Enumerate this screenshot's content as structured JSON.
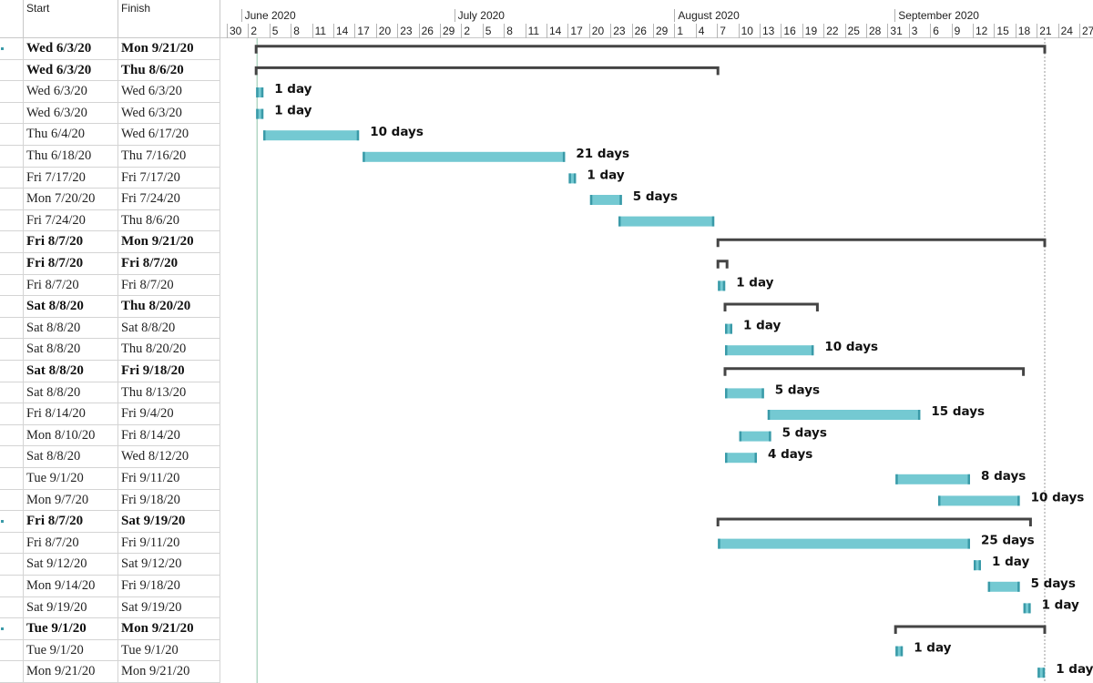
{
  "columns": {
    "start": "Start",
    "finish": "Finish"
  },
  "timescale": {
    "months": [
      {
        "label": "June 2020",
        "date": "2020-06-01"
      },
      {
        "label": "July 2020",
        "date": "2020-07-01"
      },
      {
        "label": "August 2020",
        "date": "2020-08-01"
      },
      {
        "label": "September 2020",
        "date": "2020-09-01"
      }
    ],
    "ticks": [
      {
        "label": "30",
        "date": "2020-05-30"
      },
      {
        "label": "2",
        "date": "2020-06-02"
      },
      {
        "label": "5",
        "date": "2020-06-05"
      },
      {
        "label": "8",
        "date": "2020-06-08"
      },
      {
        "label": "11",
        "date": "2020-06-11"
      },
      {
        "label": "14",
        "date": "2020-06-14"
      },
      {
        "label": "17",
        "date": "2020-06-17"
      },
      {
        "label": "20",
        "date": "2020-06-20"
      },
      {
        "label": "23",
        "date": "2020-06-23"
      },
      {
        "label": "26",
        "date": "2020-06-26"
      },
      {
        "label": "29",
        "date": "2020-06-29"
      },
      {
        "label": "2",
        "date": "2020-07-02"
      },
      {
        "label": "5",
        "date": "2020-07-05"
      },
      {
        "label": "8",
        "date": "2020-07-08"
      },
      {
        "label": "11",
        "date": "2020-07-11"
      },
      {
        "label": "14",
        "date": "2020-07-14"
      },
      {
        "label": "17",
        "date": "2020-07-17"
      },
      {
        "label": "20",
        "date": "2020-07-20"
      },
      {
        "label": "23",
        "date": "2020-07-23"
      },
      {
        "label": "26",
        "date": "2020-07-26"
      },
      {
        "label": "29",
        "date": "2020-07-29"
      },
      {
        "label": "1",
        "date": "2020-08-01"
      },
      {
        "label": "4",
        "date": "2020-08-04"
      },
      {
        "label": "7",
        "date": "2020-08-07"
      },
      {
        "label": "10",
        "date": "2020-08-10"
      },
      {
        "label": "13",
        "date": "2020-08-13"
      },
      {
        "label": "16",
        "date": "2020-08-16"
      },
      {
        "label": "19",
        "date": "2020-08-19"
      },
      {
        "label": "22",
        "date": "2020-08-22"
      },
      {
        "label": "25",
        "date": "2020-08-25"
      },
      {
        "label": "28",
        "date": "2020-08-28"
      },
      {
        "label": "31",
        "date": "2020-08-31"
      },
      {
        "label": "3",
        "date": "2020-09-03"
      },
      {
        "label": "6",
        "date": "2020-09-06"
      },
      {
        "label": "9",
        "date": "2020-09-09"
      },
      {
        "label": "12",
        "date": "2020-09-12"
      },
      {
        "label": "15",
        "date": "2020-09-15"
      },
      {
        "label": "18",
        "date": "2020-09-18"
      },
      {
        "label": "21",
        "date": "2020-09-21"
      },
      {
        "label": "24",
        "date": "2020-09-24"
      },
      {
        "label": "27",
        "date": "2020-09-27"
      }
    ]
  },
  "colors": {
    "task_bar": "#74c9d2",
    "task_bar_end": "#3a9aa8",
    "summary": "#444444",
    "status_line": "#8fc3a8"
  },
  "tasks": [
    {
      "start": "Wed 6/3/20",
      "finish": "Mon 9/21/20",
      "summary": true,
      "bar_start": "2020-06-03",
      "bar_end": "2020-09-21",
      "duration": "",
      "marker": true
    },
    {
      "start": "Wed 6/3/20",
      "finish": "Thu 8/6/20",
      "summary": true,
      "bar_start": "2020-06-03",
      "bar_end": "2020-08-06",
      "duration": "",
      "marker": false
    },
    {
      "start": "Wed 6/3/20",
      "finish": "Wed 6/3/20",
      "summary": false,
      "bar_start": "2020-06-03",
      "bar_end": "2020-06-03",
      "duration": "1 day",
      "marker": false
    },
    {
      "start": "Wed 6/3/20",
      "finish": "Wed 6/3/20",
      "summary": false,
      "bar_start": "2020-06-03",
      "bar_end": "2020-06-03",
      "duration": "1 day",
      "marker": false
    },
    {
      "start": "Thu 6/4/20",
      "finish": "Wed 6/17/20",
      "summary": false,
      "bar_start": "2020-06-04",
      "bar_end": "2020-06-17",
      "duration": "10 days",
      "marker": false
    },
    {
      "start": "Thu 6/18/20",
      "finish": "Thu 7/16/20",
      "summary": false,
      "bar_start": "2020-06-18",
      "bar_end": "2020-07-16",
      "duration": "21 days",
      "marker": false
    },
    {
      "start": "Fri 7/17/20",
      "finish": "Fri 7/17/20",
      "summary": false,
      "bar_start": "2020-07-17",
      "bar_end": "2020-07-17",
      "duration": "1 day",
      "marker": false
    },
    {
      "start": "Mon 7/20/20",
      "finish": "Fri 7/24/20",
      "summary": false,
      "bar_start": "2020-07-20",
      "bar_end": "2020-07-24",
      "duration": "5 days",
      "marker": false
    },
    {
      "start": "Fri 7/24/20",
      "finish": "Thu 8/6/20",
      "summary": false,
      "bar_start": "2020-07-24",
      "bar_end": "2020-08-06",
      "duration": "",
      "marker": false
    },
    {
      "start": "Fri 8/7/20",
      "finish": "Mon 9/21/20",
      "summary": true,
      "bar_start": "2020-08-07",
      "bar_end": "2020-09-21",
      "duration": "",
      "marker": false
    },
    {
      "start": "Fri 8/7/20",
      "finish": "Fri 8/7/20",
      "summary": true,
      "bar_start": "2020-08-07",
      "bar_end": "2020-08-07",
      "duration": "",
      "marker": false
    },
    {
      "start": "Fri 8/7/20",
      "finish": "Fri 8/7/20",
      "summary": false,
      "bar_start": "2020-08-07",
      "bar_end": "2020-08-07",
      "duration": "1 day",
      "marker": false
    },
    {
      "start": "Sat 8/8/20",
      "finish": "Thu 8/20/20",
      "summary": true,
      "bar_start": "2020-08-08",
      "bar_end": "2020-08-20",
      "duration": "",
      "marker": false
    },
    {
      "start": "Sat 8/8/20",
      "finish": "Sat 8/8/20",
      "summary": false,
      "bar_start": "2020-08-08",
      "bar_end": "2020-08-08",
      "duration": "1 day",
      "marker": false
    },
    {
      "start": "Sat 8/8/20",
      "finish": "Thu 8/20/20",
      "summary": false,
      "bar_start": "2020-08-08",
      "bar_end": "2020-08-20",
      "duration": "10 days",
      "marker": false
    },
    {
      "start": "Sat 8/8/20",
      "finish": "Fri 9/18/20",
      "summary": true,
      "bar_start": "2020-08-08",
      "bar_end": "2020-09-18",
      "duration": "",
      "marker": false
    },
    {
      "start": "Sat 8/8/20",
      "finish": "Thu 8/13/20",
      "summary": false,
      "bar_start": "2020-08-08",
      "bar_end": "2020-08-13",
      "duration": "5 days",
      "marker": false
    },
    {
      "start": "Fri 8/14/20",
      "finish": "Fri 9/4/20",
      "summary": false,
      "bar_start": "2020-08-14",
      "bar_end": "2020-09-04",
      "duration": "15 days",
      "marker": false
    },
    {
      "start": "Mon 8/10/20",
      "finish": "Fri 8/14/20",
      "summary": false,
      "bar_start": "2020-08-10",
      "bar_end": "2020-08-14",
      "duration": "5 days",
      "marker": false
    },
    {
      "start": "Sat 8/8/20",
      "finish": "Wed 8/12/20",
      "summary": false,
      "bar_start": "2020-08-08",
      "bar_end": "2020-08-12",
      "duration": "4 days",
      "marker": false
    },
    {
      "start": "Tue 9/1/20",
      "finish": "Fri 9/11/20",
      "summary": false,
      "bar_start": "2020-09-01",
      "bar_end": "2020-09-11",
      "duration": "8 days",
      "marker": false
    },
    {
      "start": "Mon 9/7/20",
      "finish": "Fri 9/18/20",
      "summary": false,
      "bar_start": "2020-09-07",
      "bar_end": "2020-09-18",
      "duration": "10 days",
      "marker": false
    },
    {
      "start": "Fri 8/7/20",
      "finish": "Sat 9/19/20",
      "summary": true,
      "bar_start": "2020-08-07",
      "bar_end": "2020-09-19",
      "duration": "",
      "marker": true
    },
    {
      "start": "Fri 8/7/20",
      "finish": "Fri 9/11/20",
      "summary": false,
      "bar_start": "2020-08-07",
      "bar_end": "2020-09-11",
      "duration": "25 days",
      "marker": false
    },
    {
      "start": "Sat 9/12/20",
      "finish": "Sat 9/12/20",
      "summary": false,
      "bar_start": "2020-09-12",
      "bar_end": "2020-09-12",
      "duration": "1 day",
      "marker": false
    },
    {
      "start": "Mon 9/14/20",
      "finish": "Fri 9/18/20",
      "summary": false,
      "bar_start": "2020-09-14",
      "bar_end": "2020-09-18",
      "duration": "5 days",
      "marker": false
    },
    {
      "start": "Sat 9/19/20",
      "finish": "Sat 9/19/20",
      "summary": false,
      "bar_start": "2020-09-19",
      "bar_end": "2020-09-19",
      "duration": "1 day",
      "marker": false
    },
    {
      "start": "Tue 9/1/20",
      "finish": "Mon 9/21/20",
      "summary": true,
      "bar_start": "2020-09-01",
      "bar_end": "2020-09-21",
      "duration": "",
      "marker": true
    },
    {
      "start": "Tue 9/1/20",
      "finish": "Tue 9/1/20",
      "summary": false,
      "bar_start": "2020-09-01",
      "bar_end": "2020-09-01",
      "duration": "1 day",
      "marker": false
    },
    {
      "start": "Mon 9/21/20",
      "finish": "Mon 9/21/20",
      "summary": false,
      "bar_start": "2020-09-21",
      "bar_end": "2020-09-21",
      "duration": "1 day",
      "marker": false
    }
  ]
}
